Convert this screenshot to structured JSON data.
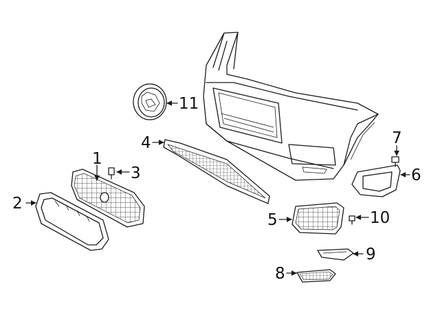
{
  "diagram": {
    "callouts": {
      "c1": "1",
      "c2": "2",
      "c3": "3",
      "c4": "4",
      "c5": "5",
      "c6": "6",
      "c7": "7",
      "c8": "8",
      "c9": "9",
      "c10": "10",
      "c11": "11"
    },
    "colors": {
      "line": "#1a1a1a",
      "background": "#ffffff"
    }
  }
}
